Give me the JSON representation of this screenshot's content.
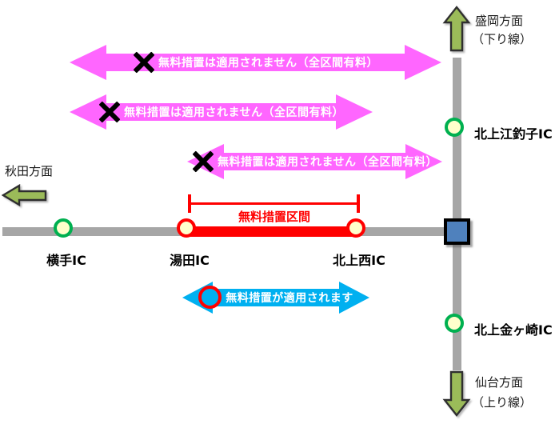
{
  "diagram": {
    "title": "expressway-free-section-map",
    "directions": {
      "morioka": {
        "label": "盛岡方面",
        "sub": "（下り線）"
      },
      "akita": {
        "label": "秋田方面"
      },
      "sendai": {
        "label": "仙台方面",
        "sub": "（上り線）"
      }
    },
    "interchanges": {
      "yokote": {
        "label": "横手IC",
        "ring": "green"
      },
      "yuda": {
        "label": "湯田IC",
        "ring": "red"
      },
      "kitakami_nishi": {
        "label": "北上西IC",
        "ring": "red"
      },
      "kitakami_ezuriko": {
        "label": "北上江釣子IC",
        "ring": "green"
      },
      "kitakami_kanegasaki": {
        "label": "北上金ヶ崎IC",
        "ring": "green"
      }
    },
    "free_section": {
      "label": "無料措置区間"
    },
    "toll_notice": {
      "label": "無料措置は適用されません（全区間有料）"
    },
    "free_notice": {
      "label": "無料措置が適用されます"
    },
    "colors": {
      "toll_arrow": "#FF66FF",
      "free_arrow": "#00B0F0",
      "free_section": "#FF0000",
      "road": "#A6A6A6",
      "ic_fill": "#FFFFCC",
      "ic_green": "#00B050",
      "ic_red": "#FF0000",
      "junction": "#4F81BD",
      "direction_arrow": "#9BBB59"
    }
  }
}
